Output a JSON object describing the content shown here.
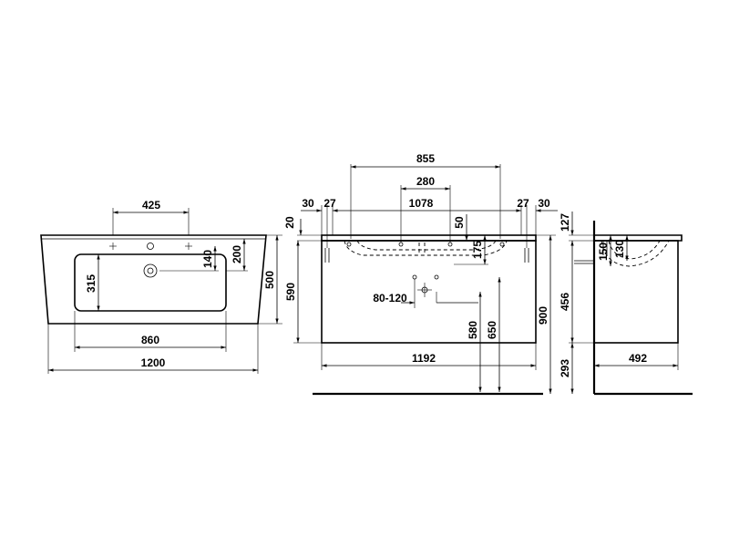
{
  "views": {
    "top": {
      "dims": {
        "tap_spacing": "425",
        "depth_total": "500",
        "tap_offset": "200",
        "tap_to_bowl": "140",
        "bowl_depth": "315",
        "bowl_width": "860",
        "overall_width": "1200"
      }
    },
    "front": {
      "dims": {
        "outer_span": "855",
        "inner_span": "280",
        "margin_left_30": "30",
        "margin_left_27": "27",
        "center_span": "1078",
        "margin_right_27": "27",
        "margin_right_30": "30",
        "top_thickness": "20",
        "bowl_drop": "50",
        "bowl_depth": "175",
        "cabinet_height": "590",
        "drain_range": "80-120",
        "drain_height_580": "580",
        "drain_height_650": "650",
        "overall_height": "900",
        "cabinet_width": "1192"
      }
    },
    "side": {
      "dims": {
        "top_height": "127",
        "bowl_depth_150": "150",
        "bowl_depth_130": "130",
        "cabinet_height": "456",
        "floor_clearance": "293",
        "cabinet_depth": "492"
      }
    }
  }
}
